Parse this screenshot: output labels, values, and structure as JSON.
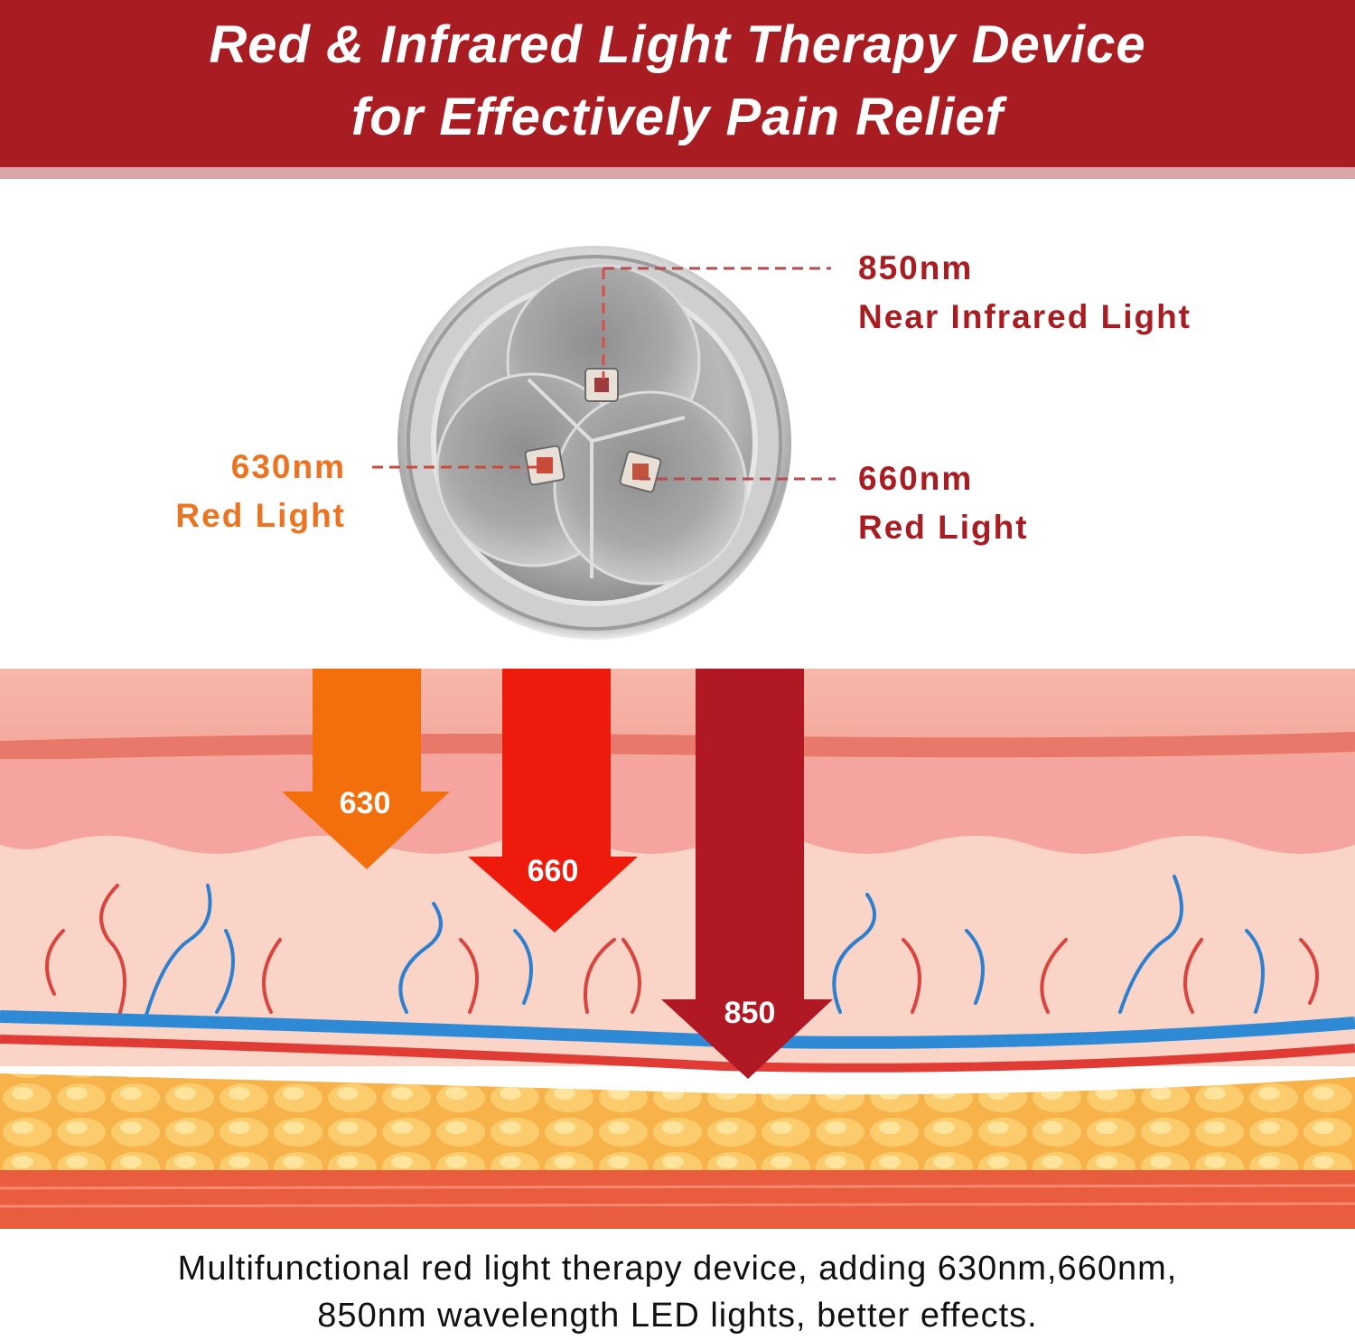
{
  "header": {
    "line1": "Red & Infrared Light Therapy Device",
    "line2": "for Effectively Pain Relief"
  },
  "labels": {
    "near_ir": {
      "wavelength": "850nm",
      "name": "Near Infrared Light"
    },
    "red_660": {
      "wavelength": "660nm",
      "name": "Red Light"
    },
    "red_630": {
      "wavelength": "630nm",
      "name": "Red Light"
    }
  },
  "arrows": [
    {
      "text": "630",
      "color": "#f26f0c"
    },
    {
      "text": "660",
      "color": "#ee1b0c"
    },
    {
      "text": "850",
      "color": "#b01923"
    }
  ],
  "caption": {
    "line1": "Multifunctional red light therapy device, adding 630nm,660nm,",
    "line2": "850nm wavelength LED lights, better effects."
  },
  "colors": {
    "brand_red": "#a91d22",
    "orange": "#ec7420"
  }
}
